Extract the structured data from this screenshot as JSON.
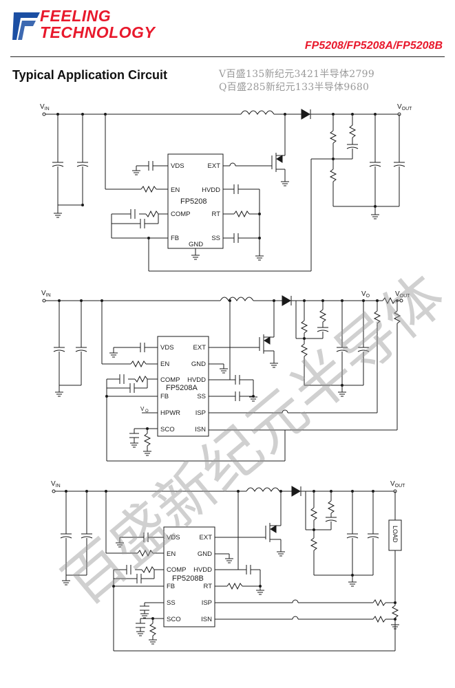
{
  "header": {
    "logo_line1": "FEELING",
    "logo_line2": "TECHNOLOGY",
    "part_numbers": "FP5208/FP5208A/FP5208B"
  },
  "section_title": "Typical Application Circuit",
  "contact": {
    "line1": "V百盛135新纪元3421半导体2799",
    "line2": "Q百盛285新纪元133半导体9680"
  },
  "circuit1": {
    "chip_name": "FP5208",
    "vin_label": "IN",
    "vout_label": "OUT",
    "pins_left": [
      "VDS",
      "EN",
      "COMP",
      "FB"
    ],
    "pins_right": [
      "EXT",
      "HVDD",
      "RT",
      "SS"
    ],
    "pin_bottom": "GND"
  },
  "circuit2": {
    "chip_name": "FP5208A",
    "vin_label": "IN",
    "vout_label": "OUT",
    "vo_label": "O",
    "pins_left": [
      "VDS",
      "EN",
      "COMP",
      "FB",
      "HPWR",
      "SCO"
    ],
    "pins_right": [
      "EXT",
      "GND",
      "HVDD",
      "SS",
      "ISP",
      "ISN"
    ]
  },
  "circuit3": {
    "chip_name": "FP5208B",
    "vin_label": "IN",
    "vout_label": "OUT",
    "load_label": "LOAD",
    "pins_left": [
      "VDS",
      "EN",
      "COMP",
      "FB",
      "SS",
      "SCO"
    ],
    "pins_right": [
      "EXT",
      "GND",
      "HVDD",
      "RT",
      "ISP",
      "ISN"
    ]
  },
  "watermark": "百盛新纪元半导体",
  "colors": {
    "brand_red": "#e8192c",
    "line": "#1a1a1a",
    "watermark": "#999999"
  }
}
